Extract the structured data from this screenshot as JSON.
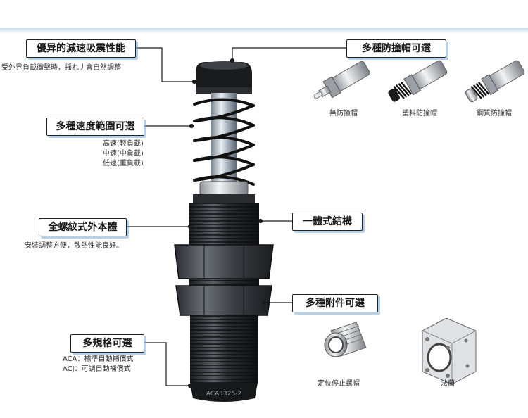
{
  "features": {
    "performance": {
      "title": "優异的減速吸震性能",
      "desc": [
        "受外界負載衝擊時，揺れ丿會自然調整"
      ]
    },
    "speed": {
      "title": "多種速度範圍可選",
      "desc": [
        "高速(輕負載)",
        "中速(中負載)",
        "低速(重負載)"
      ]
    },
    "body": {
      "title": "全螺紋式外本體",
      "desc": [
        "安裝調整方便，散熱性能良好。"
      ]
    },
    "models": {
      "title": "多規格可選",
      "desc": [
        "ACA：標準自動補償式",
        "ACJ：可調自動補償式"
      ]
    },
    "caps": {
      "title": "多種防撞帽可選"
    },
    "structure": {
      "title": "一體式結構"
    },
    "accessories": {
      "title": "多種附件可選"
    }
  },
  "cap_types": [
    {
      "label": "無防撞帽",
      "icon": "plain-tip-absorber-icon"
    },
    {
      "label": "塑料防撞帽",
      "icon": "plastic-cap-absorber-icon"
    },
    {
      "label": "鋼質防撞帽",
      "icon": "steel-cap-absorber-icon"
    }
  ],
  "accessory_items": [
    {
      "label": "定位停止螺帽",
      "icon": "stopper-nut-icon"
    },
    {
      "label": "法蘭",
      "icon": "flange-icon"
    }
  ],
  "product": {
    "model_marking": "ACA3325-2",
    "icon": "shock-absorber-icon"
  }
}
